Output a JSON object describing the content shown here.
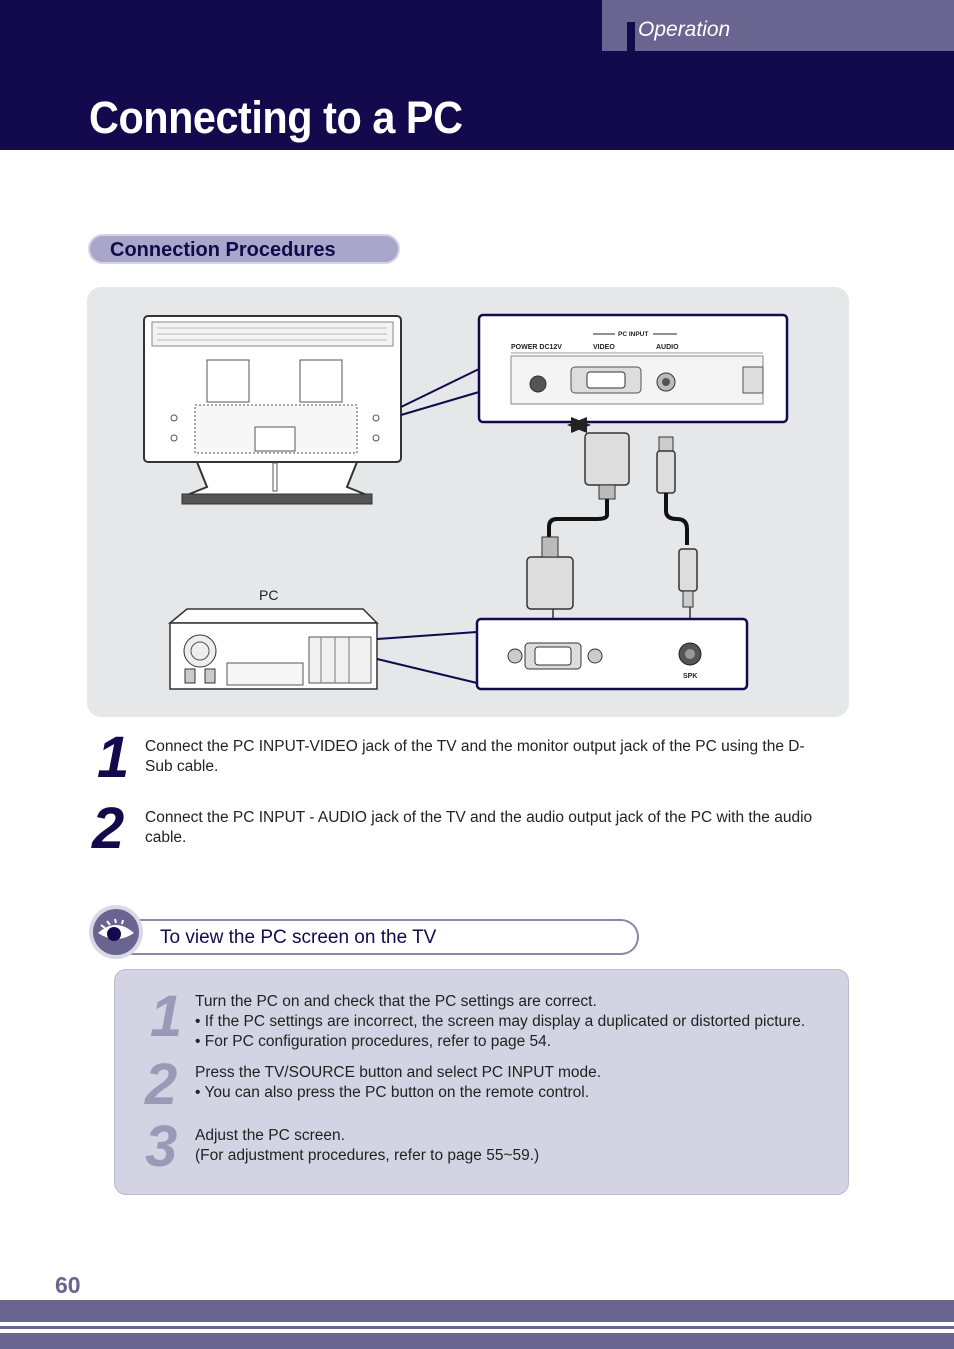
{
  "header": {
    "section_label": "Operation",
    "title": "Connecting to a PC"
  },
  "procedures": {
    "heading": "Connection Procedures",
    "diagram": {
      "pc_label": "PC",
      "power_label": "POWER DC12V",
      "pc_input_label": "PC INPUT",
      "video_label": "VIDEO",
      "audio_label": "AUDIO",
      "spk_label": "SPK"
    },
    "steps": [
      {
        "number": "1",
        "text": "Connect the PC INPUT-VIDEO jack of the TV and the monitor output jack of the PC using the D-Sub cable."
      },
      {
        "number": "2",
        "text": "Connect the PC INPUT - AUDIO jack of the TV and the audio output jack of the PC with the audio cable."
      }
    ]
  },
  "tip": {
    "title": "To view the PC screen on the TV",
    "icon": "eye-icon",
    "steps": [
      {
        "number": "1",
        "lines": [
          "Turn the PC on and check that the PC settings are correct.",
          "• If the PC settings are incorrect, the screen may display a duplicated or distorted picture.",
          "• For PC configuration procedures, refer to page 54."
        ]
      },
      {
        "number": "2",
        "lines": [
          "Press the TV/SOURCE button and select PC INPUT mode.",
          "• You can also press the PC button on the remote control."
        ]
      },
      {
        "number": "3",
        "lines": [
          "Adjust the PC screen.",
          "(For adjustment procedures, refer to page 55~59.)"
        ]
      }
    ]
  },
  "footer": {
    "page_number": "60"
  },
  "colors": {
    "navy": "#120a4c",
    "accent": "#6a6590",
    "panel_gray": "#e6e7e9",
    "tip_box": "#d4d3e3"
  }
}
